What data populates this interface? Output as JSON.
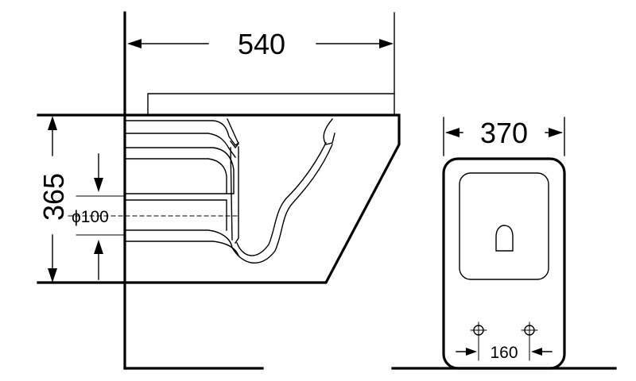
{
  "side_view": {
    "width_label": "540",
    "height_label": "365",
    "pipe_label": "ϕ100"
  },
  "front_view": {
    "width_label": "370",
    "spacing_label": "160"
  }
}
